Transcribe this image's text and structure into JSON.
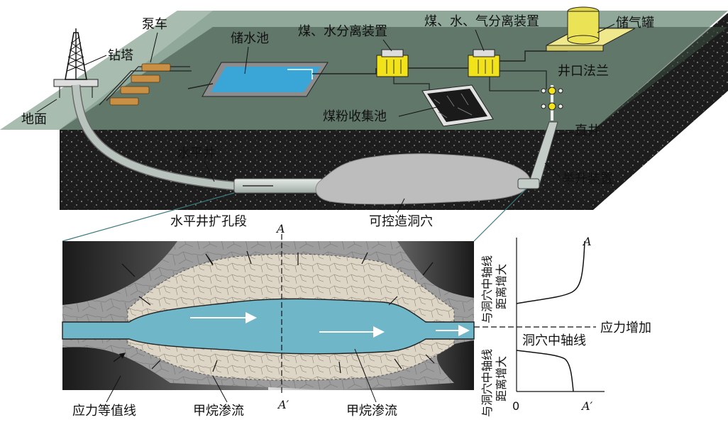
{
  "labels": {
    "drill_tower": "钻塔",
    "pump_truck": "泵车",
    "water_pool": "储水池",
    "coal_water_separator": "煤、水分离装置",
    "coal_water_gas_separator": "煤、水、气分离装置",
    "gas_tank": "储气罐",
    "wellhead_flange": "井口法兰",
    "ground": "地面",
    "coal_powder_pool": "煤粉收集池",
    "vertical_well": "直井",
    "horizontal_well": "水平井",
    "lift_device": "举升装置",
    "horizontal_reaming_section": "水平井扩孔段",
    "controllable_cavity": "可控造洞穴",
    "stress_contour": "应力等值线",
    "methane_seepage_1": "甲烷渗流",
    "methane_seepage_2": "甲烷渗流",
    "stress_increase": "应力增加",
    "cavity_axis": "洞穴中轴线",
    "distance_up_line1": "与洞穴中轴线",
    "distance_up_line2": "距离增大",
    "distance_down_line1": "与洞穴中轴线",
    "distance_down_line2": "距离增大",
    "section_a_top": "A",
    "section_a_bottom": "A′",
    "curve_a_top": "A",
    "curve_a_bottom": "A′",
    "origin_zero": "0"
  },
  "colors": {
    "surface": "#8fa89a",
    "coal_seam": "#1c1c1c",
    "water": "#3aa6d8",
    "cavity": "#b9b9b9",
    "separator": "#f2e21a",
    "flow_channel": "#6fb6c8",
    "fracture_zone": "#c8c1b2"
  }
}
